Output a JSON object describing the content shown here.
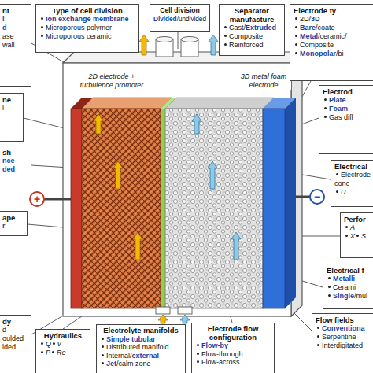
{
  "diagram": {
    "nodes": [
      {
        "text": [
          "nt",
          "l",
          "d",
          "ase",
          "wall"
        ]
      },
      {
        "text": [
          "Type of cell division",
          "Ion exchange membrane",
          "Microporous polymer",
          "Microporous ceramic"
        ]
      },
      {
        "text": [
          "Cell division",
          "Divided",
          "/undivided"
        ]
      },
      {
        "text": [
          "Separator manufacture",
          "Cast/",
          "Extruded",
          "Composite",
          "Reinforced"
        ]
      },
      {
        "text": [
          "Electrode ty",
          "2D/",
          "3D",
          "Bare",
          "/coate",
          "Metal",
          "/ceramic/",
          "Composite",
          "Monopolar",
          "/bi"
        ]
      },
      {
        "text": [
          "ne",
          "l"
        ]
      },
      {
        "text": [
          "sh",
          "nce",
          "ded"
        ]
      },
      {
        "text": [
          "ape",
          "r"
        ]
      },
      {
        "text": [
          "dy",
          "d",
          "oulded",
          "lded"
        ]
      },
      {
        "text": [
          "Electrod",
          "Plate",
          "Foam",
          "Gas diff"
        ]
      },
      {
        "text": [
          "Electrical",
          "Electrode",
          "conc",
          "U"
        ]
      },
      {
        "text": [
          "Perfor",
          "A",
          "X",
          "S"
        ]
      },
      {
        "text": [
          "Electrical f",
          "Metalli",
          "Cerami",
          "Single",
          "/mul"
        ]
      },
      {
        "text": [
          "Flow fields",
          "Conventiona",
          "Serpentine",
          "Interdigitated"
        ]
      },
      {
        "text": [
          "Hydraulics",
          "Q",
          "v",
          "P",
          "Re"
        ]
      },
      {
        "text": [
          "Electrolyte manifolds",
          "Simple tubular",
          "Distributed manifold",
          "Internal/",
          "external",
          "Jet",
          "/calm zone"
        ]
      },
      {
        "text": [
          "Electrode flow configuration",
          "Flow-by",
          "Flow-through",
          "Flow-across"
        ]
      }
    ],
    "edges": [],
    "labels": [
      "2D electrode + turbulence promoter",
      "3D metal foam electrode",
      "+",
      "−"
    ]
  }
}
